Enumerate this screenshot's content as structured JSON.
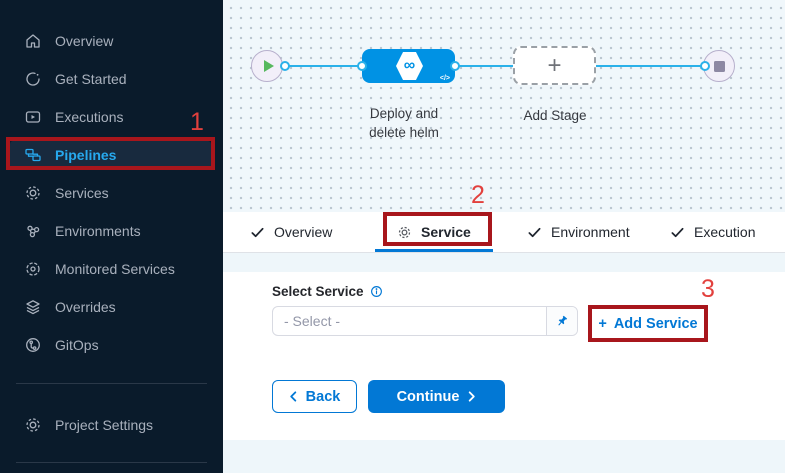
{
  "sidebar": {
    "items": [
      {
        "label": "Overview",
        "icon": "home-icon"
      },
      {
        "label": "Get Started",
        "icon": "get-started-icon"
      },
      {
        "label": "Executions",
        "icon": "executions-icon"
      },
      {
        "label": "Pipelines",
        "icon": "pipelines-icon",
        "active": true
      },
      {
        "label": "Services",
        "icon": "gear-icon"
      },
      {
        "label": "Environments",
        "icon": "environments-icon"
      },
      {
        "label": "Monitored Services",
        "icon": "monitored-gear-icon"
      },
      {
        "label": "Overrides",
        "icon": "layers-icon"
      },
      {
        "label": "GitOps",
        "icon": "gitops-icon"
      }
    ],
    "footer_item": {
      "label": "Project Settings",
      "icon": "gear-icon"
    }
  },
  "canvas": {
    "stage_label_line1": "Deploy and",
    "stage_label_line2": "delete helm",
    "stage_icon_glyph": "∞",
    "stage_code_glyph": "</>",
    "add_stage_label": "Add Stage",
    "add_stage_plus": "+"
  },
  "annotations": {
    "step1": "1",
    "step2": "2",
    "step3": "3"
  },
  "tabs": [
    {
      "label": "Overview",
      "state": "done"
    },
    {
      "label": "Service",
      "state": "active"
    },
    {
      "label": "Environment",
      "state": "done"
    },
    {
      "label": "Execution",
      "state": "done"
    }
  ],
  "form": {
    "select_service_label": "Select Service",
    "select_placeholder": "- Select -",
    "add_service_plus": "+",
    "add_service_label": "Add Service",
    "back_label": "Back",
    "continue_label": "Continue"
  },
  "colors": {
    "primary_blue": "#0278d5",
    "stage_node_blue": "#0092e4",
    "connector_cyan": "#2bb1e9",
    "active_nav_blue": "#27a9ee",
    "annotation_box_red": "#a8161c",
    "annotation_number_red": "#e2403d",
    "sidebar_bg": "#0a1b2b",
    "canvas_bg": "#f0f7fb",
    "play_green": "#57b85e"
  }
}
